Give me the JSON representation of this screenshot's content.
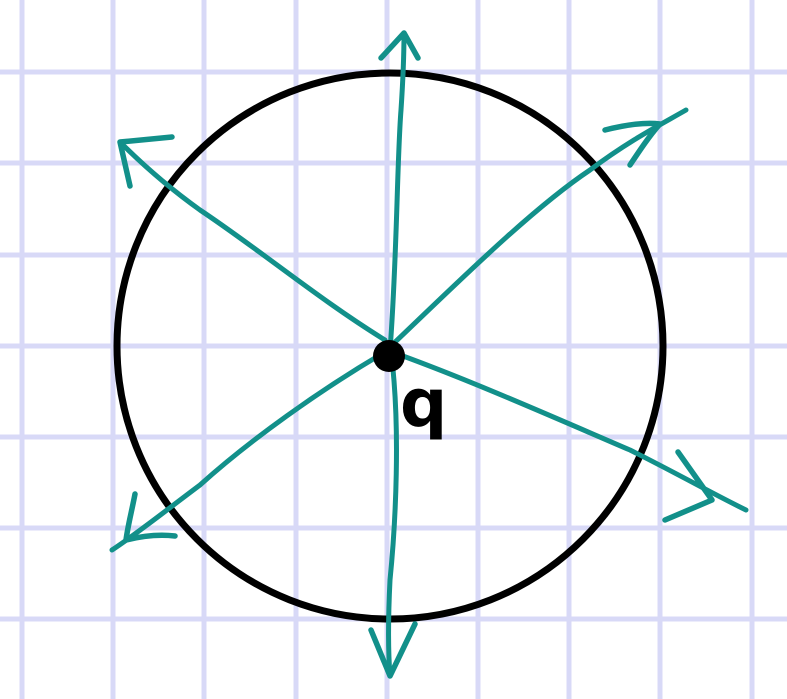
{
  "diagram": {
    "charge_label": "q",
    "colors": {
      "background": "#ffffff",
      "grid": "#d8d9f7",
      "field_lines": "#12908a",
      "circle": "#000000",
      "charge": "#000000"
    },
    "field_line_count": 6,
    "field_line_direction": "outward",
    "icons": {
      "charge": "point-charge-dot",
      "field_line": "outward-arrow"
    }
  }
}
